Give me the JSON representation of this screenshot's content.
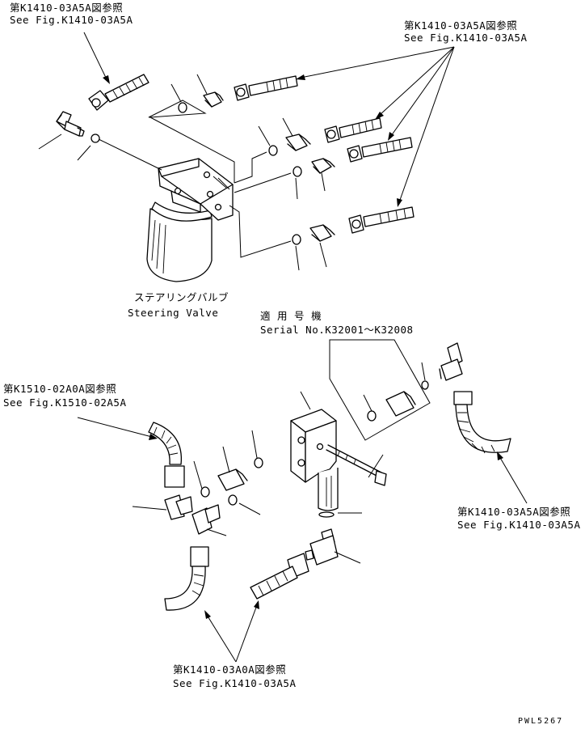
{
  "references": {
    "top_left": {
      "jp": "第K1410-03A5A図参照",
      "en": "See Fig.K1410-03A5A"
    },
    "top_right": {
      "jp": "第K1410-03A5A図参照",
      "en": "See Fig.K1410-03A5A"
    },
    "mid_left": {
      "jp": "第K1510-02A0A図参照",
      "en": "See Fig.K1510-02A5A"
    },
    "mid_right": {
      "jp": "第K1410-03A5A図参照",
      "en": "See Fig.K1410-03A5A"
    },
    "bottom": {
      "jp": "第K1410-03A0A図参照",
      "en": "See Fig.K1410-03A5A"
    }
  },
  "steering_valve": {
    "jp": "ステアリングバルブ",
    "en": "Steering Valve"
  },
  "serial": {
    "jp": "適 用 号 機",
    "en": "Serial No.K32001～K32008"
  },
  "drawing_code": "PWL5267"
}
